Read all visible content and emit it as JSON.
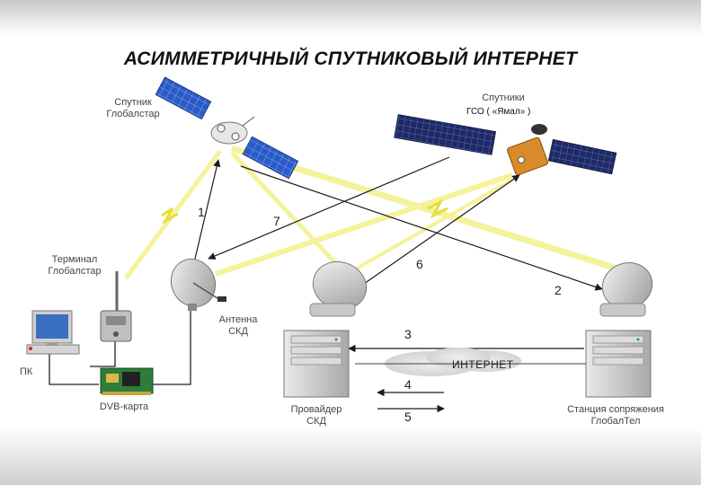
{
  "title": "АСИММЕТРИЧНЫЙ СПУТНИКОВЫЙ ИНТЕРНЕТ",
  "labels": {
    "sat_globalstar_1": "Спутник",
    "sat_globalstar_2": "Глобалстар",
    "sat_geo_1": "Спутники",
    "sat_geo_2": "ГСО ( «Ямал» )",
    "terminal_1": "Терминал",
    "terminal_2": "Глобалстар",
    "pc": "ПК",
    "dvb": "DVB-карта",
    "antenna_1": "Антенна",
    "antenna_2": "СКД",
    "provider_1": "Провайдер",
    "provider_2": "СКД",
    "station_1": "Станция сопряжения",
    "station_2": "ГлобалТел",
    "internet": "ИНТЕРНЕТ"
  },
  "numbers": [
    "1",
    "2",
    "3",
    "4",
    "5",
    "6",
    "7"
  ],
  "colors": {
    "beam": "#f2ee7a",
    "arrow": "#1a1a1a",
    "panel": "#1f4fb8",
    "server": "#cfcfcf",
    "title": "#111111"
  }
}
